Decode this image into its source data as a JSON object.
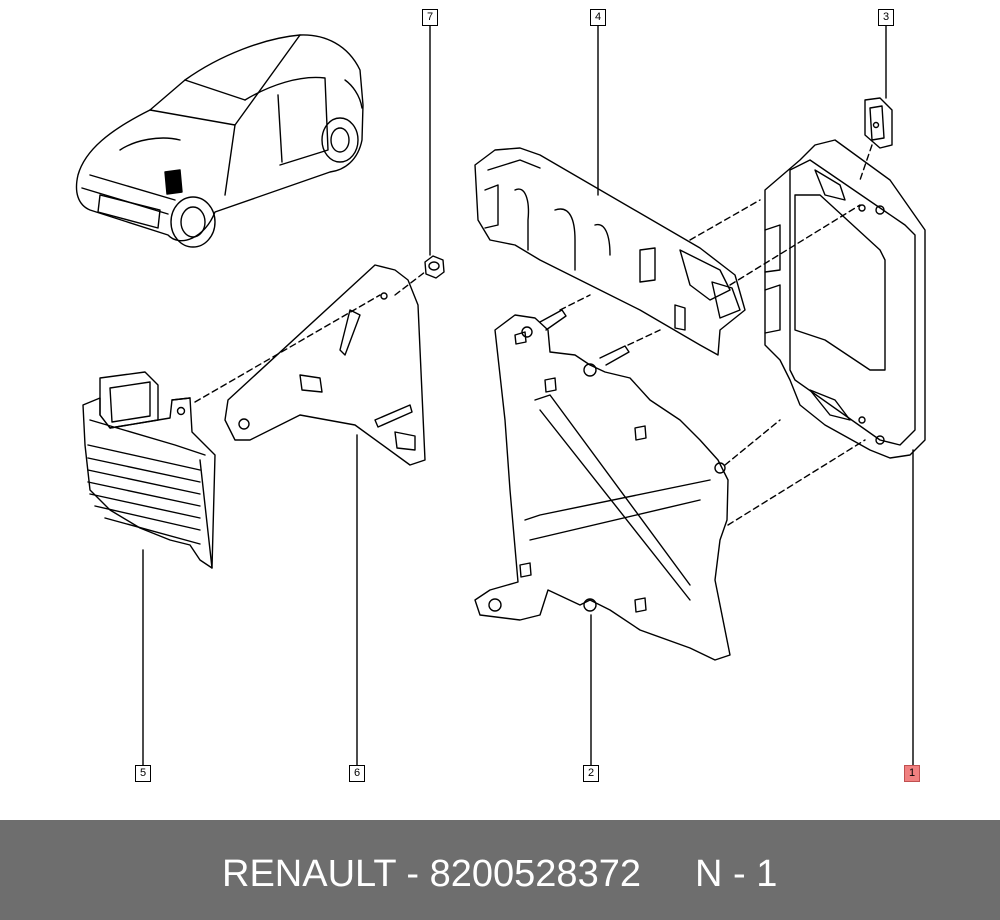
{
  "callouts": {
    "c1": "1",
    "c2": "2",
    "c3": "3",
    "c4": "4",
    "c5": "5",
    "c6": "6",
    "c7": "7"
  },
  "footer": {
    "part": "RENAULT - 8200528372",
    "ref": "N - 1"
  },
  "colors": {
    "line": "#000000",
    "highlight": "#f08080",
    "footer_bg": "#6e6e6e",
    "footer_text": "#ffffff"
  }
}
